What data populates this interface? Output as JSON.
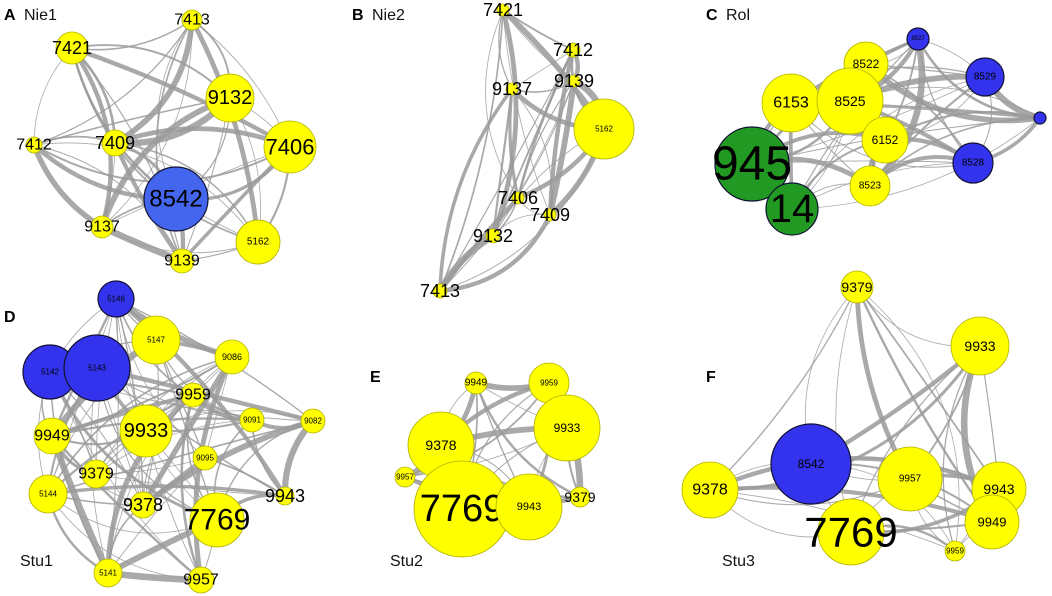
{
  "colors": {
    "yellow": "#FFFF00",
    "yellow_stroke": "#B0B000",
    "blue": "#3333EE",
    "blue_light": "#4466EE",
    "green": "#229922",
    "edge": "#9A9A9A"
  },
  "panels": [
    {
      "letter": "A",
      "name": "Nie1",
      "nodes": [
        {
          "label": "7413",
          "color": "yellow"
        },
        {
          "label": "7421",
          "color": "yellow"
        },
        {
          "label": "9132",
          "color": "yellow"
        },
        {
          "label": "7406",
          "color": "yellow"
        },
        {
          "label": "7412",
          "color": "yellow"
        },
        {
          "label": "7409",
          "color": "yellow"
        },
        {
          "label": "8542",
          "color": "blue_light"
        },
        {
          "label": "9137",
          "color": "yellow"
        },
        {
          "label": "5162",
          "color": "yellow"
        },
        {
          "label": "9139",
          "color": "yellow"
        }
      ]
    },
    {
      "letter": "B",
      "name": "Nie2",
      "nodes": [
        {
          "label": "7421",
          "color": "yellow"
        },
        {
          "label": "7412",
          "color": "yellow"
        },
        {
          "label": "9139",
          "color": "yellow"
        },
        {
          "label": "9137",
          "color": "yellow"
        },
        {
          "label": "5162",
          "color": "yellow"
        },
        {
          "label": "7406",
          "color": "yellow"
        },
        {
          "label": "7409",
          "color": "yellow"
        },
        {
          "label": "9132",
          "color": "yellow"
        },
        {
          "label": "7413",
          "color": "yellow"
        }
      ]
    },
    {
      "letter": "C",
      "name": "Rol",
      "nodes": [
        {
          "label": "8522",
          "color": "yellow"
        },
        {
          "label": "8527",
          "color": "blue"
        },
        {
          "label": "8529",
          "color": "blue"
        },
        {
          "label": "",
          "color": "blue"
        },
        {
          "label": "6153",
          "color": "yellow"
        },
        {
          "label": "8525",
          "color": "yellow"
        },
        {
          "label": "6152",
          "color": "yellow"
        },
        {
          "label": "8528",
          "color": "blue"
        },
        {
          "label": "945",
          "color": "green"
        },
        {
          "label": "8523",
          "color": "yellow"
        },
        {
          "label": "14",
          "color": "green"
        }
      ]
    },
    {
      "letter": "D",
      "name": "Stu1",
      "nodes": [
        {
          "label": "5146",
          "color": "blue"
        },
        {
          "label": "5147",
          "color": "yellow"
        },
        {
          "label": "9086",
          "color": "yellow"
        },
        {
          "label": "5142",
          "color": "blue"
        },
        {
          "label": "5143",
          "color": "blue"
        },
        {
          "label": "9959",
          "color": "yellow"
        },
        {
          "label": "9091",
          "color": "yellow"
        },
        {
          "label": "9082",
          "color": "yellow"
        },
        {
          "label": "9949",
          "color": "yellow"
        },
        {
          "label": "9933",
          "color": "yellow"
        },
        {
          "label": "9095",
          "color": "yellow"
        },
        {
          "label": "9379",
          "color": "yellow"
        },
        {
          "label": "5144",
          "color": "yellow"
        },
        {
          "label": "9378",
          "color": "yellow"
        },
        {
          "label": "9943",
          "color": "yellow"
        },
        {
          "label": "7769",
          "color": "yellow"
        },
        {
          "label": "5141",
          "color": "yellow"
        },
        {
          "label": "9957",
          "color": "yellow"
        }
      ]
    },
    {
      "letter": "E",
      "name": "Stu2",
      "nodes": [
        {
          "label": "9949",
          "color": "yellow"
        },
        {
          "label": "9959",
          "color": "yellow"
        },
        {
          "label": "9933",
          "color": "yellow"
        },
        {
          "label": "9378",
          "color": "yellow"
        },
        {
          "label": "9957",
          "color": "yellow"
        },
        {
          "label": "7769",
          "color": "yellow"
        },
        {
          "label": "9943",
          "color": "yellow"
        },
        {
          "label": "9379",
          "color": "yellow"
        }
      ]
    },
    {
      "letter": "F",
      "name": "Stu3",
      "nodes": [
        {
          "label": "9379",
          "color": "yellow"
        },
        {
          "label": "9933",
          "color": "yellow"
        },
        {
          "label": "8542",
          "color": "blue"
        },
        {
          "label": "9957",
          "color": "yellow"
        },
        {
          "label": "9943",
          "color": "yellow"
        },
        {
          "label": "9378",
          "color": "yellow"
        },
        {
          "label": "9949",
          "color": "yellow"
        },
        {
          "label": "7769",
          "color": "yellow"
        },
        {
          "label": "9959",
          "color": "yellow"
        }
      ]
    }
  ]
}
